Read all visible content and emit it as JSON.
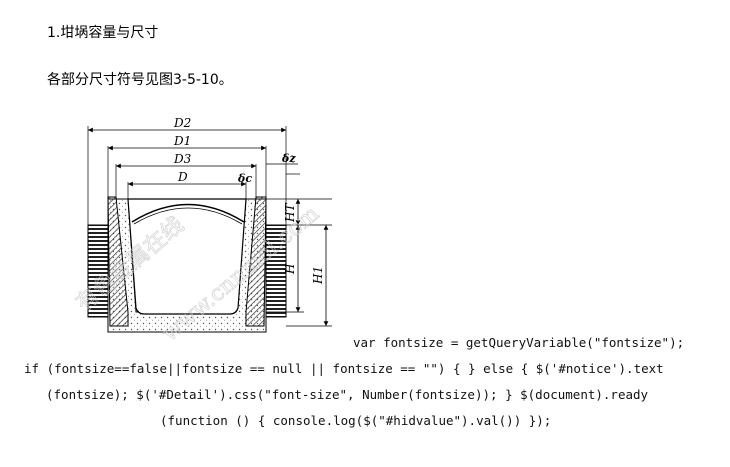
{
  "section": {
    "heading": "1.坩埚容量与尺寸",
    "intro": "各部分尺寸符号见图3-5-10。"
  },
  "figure": {
    "labels": {
      "d2": "D2",
      "d1": "D1",
      "d3": "D3",
      "d": "D",
      "delta_z": "δz",
      "delta_c": "δc",
      "ht": "HT",
      "h": "H",
      "h1": "H1"
    },
    "watermarks": [
      "有色金属在线",
      "www.cnnmol.com"
    ],
    "colors": {
      "stroke": "#000000",
      "hatch": "#333333",
      "watermark": "#c8c8c8"
    }
  },
  "code_lines": [
    "var fontsize = getQueryVariable(\"fontsize\");",
    "if (fontsize==false||fontsize == null || fontsize == \"\") { } else { $('#notice').text",
    "(fontsize); $('#Detail').css(\"font-size\", Number(fontsize)); } $(document).ready",
    "(function () { console.log($(\"#hidvalue\").val()) });"
  ]
}
